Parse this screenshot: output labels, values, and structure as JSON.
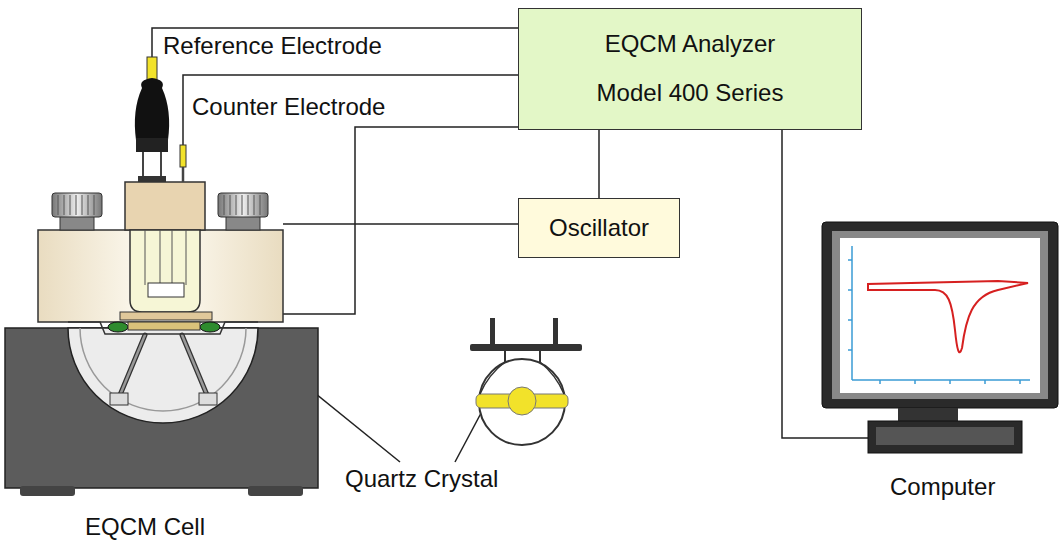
{
  "diagram": {
    "nodes": [
      {
        "text": [
          "EQCM Analyzer",
          "Model 400 Series"
        ]
      },
      {
        "text": [
          "Oscillator"
        ]
      }
    ],
    "edges": [
      {
        "from": 0,
        "to": 1,
        "arrow": "none"
      }
    ],
    "labels": [
      "Reference Electrode",
      "Counter Electrode",
      "Quartz Crystal",
      "EQCM Cell",
      "Computer"
    ]
  }
}
